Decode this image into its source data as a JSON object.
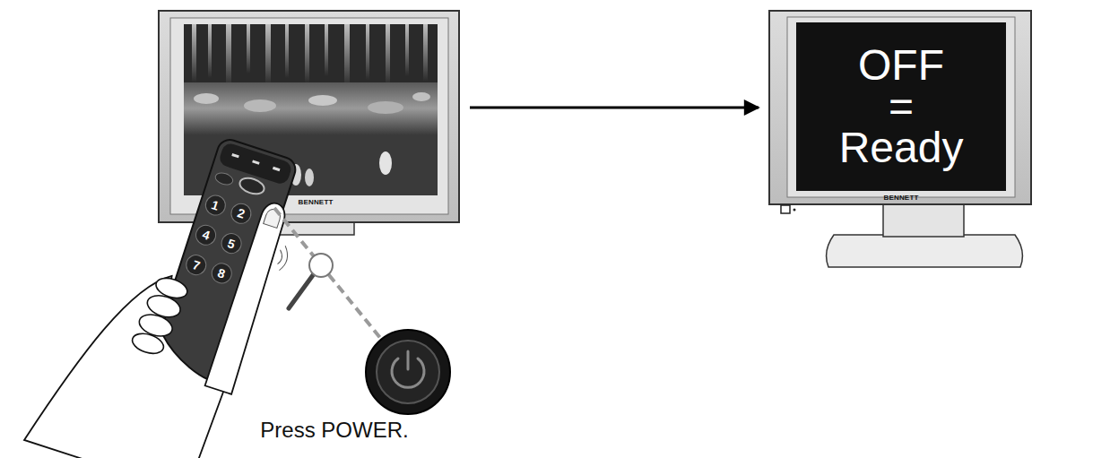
{
  "diagram": {
    "nodes": [
      {
        "text": [
          "BENNETT"
        ]
      },
      {
        "text": [
          "OFF = Ready",
          "BENNETT"
        ]
      }
    ],
    "edges": [
      {
        "from": 0,
        "to": 1,
        "arrow": "to"
      }
    ],
    "labels": [
      "1",
      "2",
      "4",
      "5",
      "7",
      "8",
      "Press POWER."
    ]
  }
}
